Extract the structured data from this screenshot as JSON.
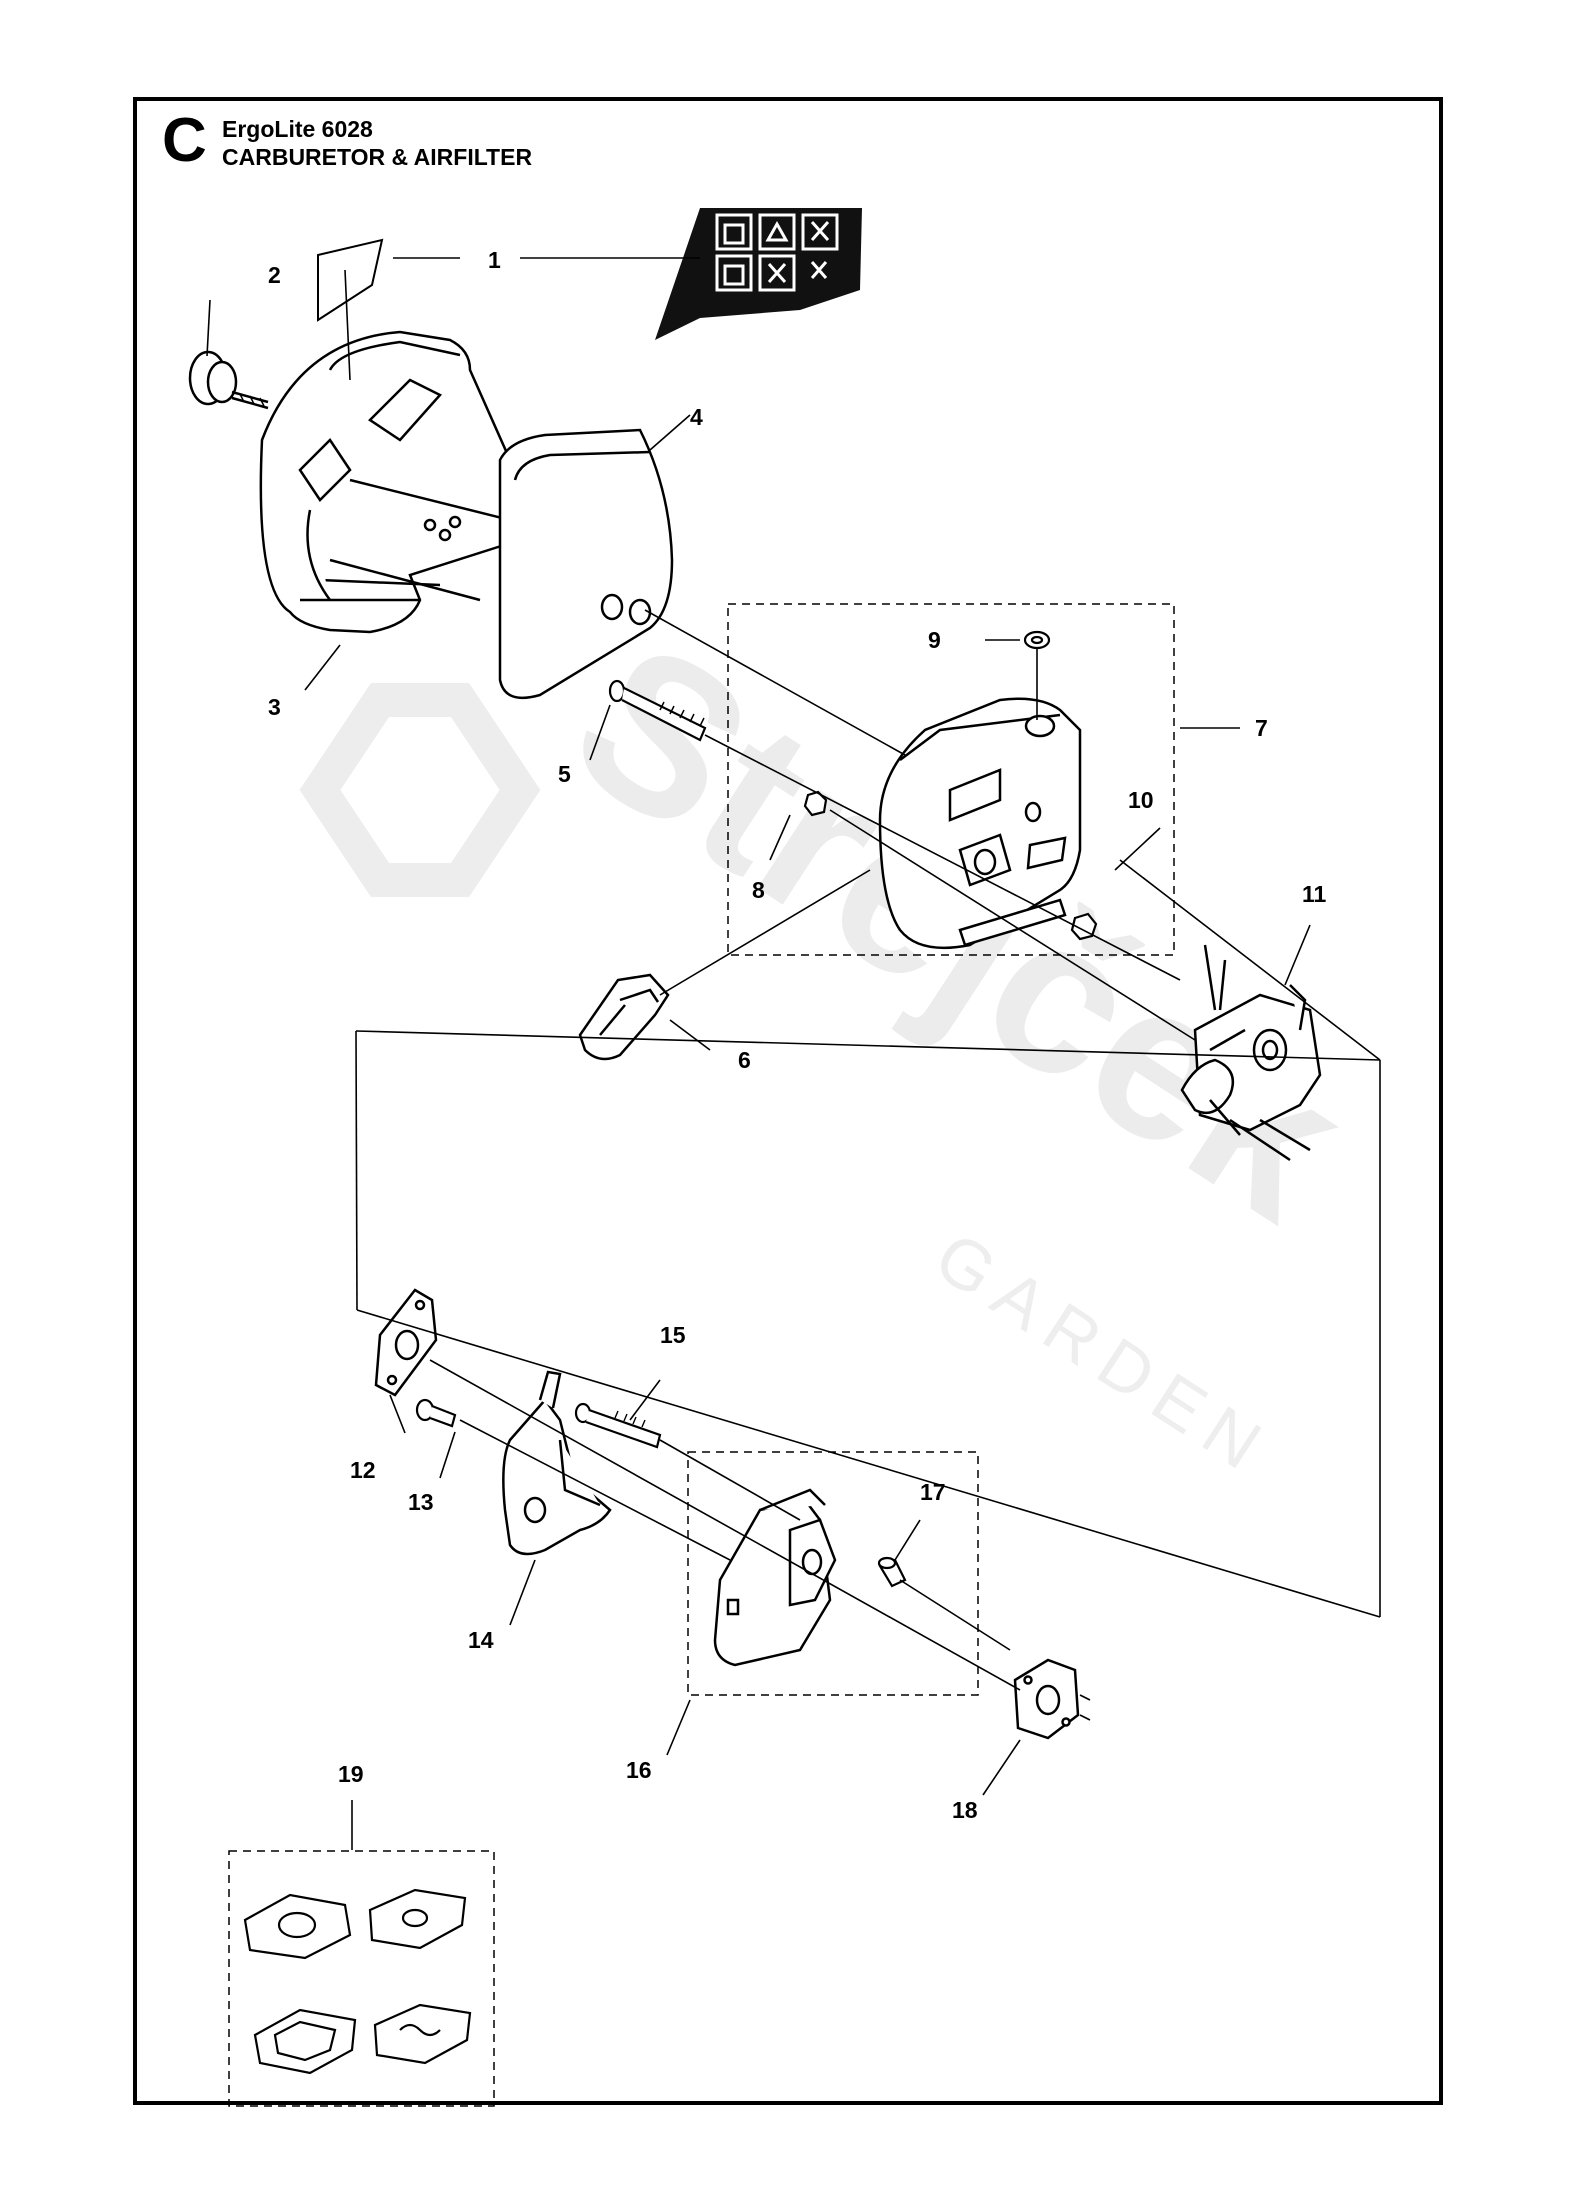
{
  "header": {
    "section_letter": "C",
    "model": "ErgoLite 6028",
    "title": "CARBURETOR & AIRFILTER"
  },
  "watermark": {
    "brand": "Strejček",
    "sub": "GARDEN"
  },
  "callouts": [
    "1",
    "2",
    "3",
    "4",
    "5",
    "6",
    "7",
    "8",
    "9",
    "10",
    "11",
    "12",
    "13",
    "14",
    "15",
    "16",
    "17",
    "18",
    "19"
  ],
  "colors": {
    "line": "#000000",
    "watermark": "#ececec",
    "label_black": "#111111"
  }
}
